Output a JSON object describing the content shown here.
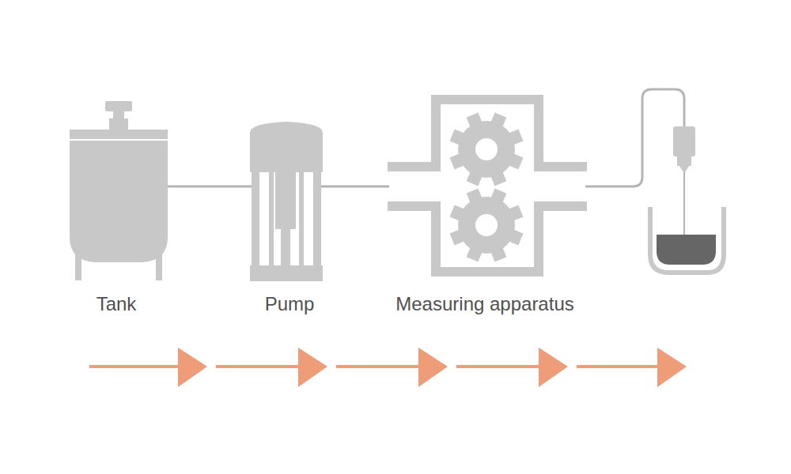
{
  "diagram": {
    "labels": [
      "Tank",
      "Pump",
      "Measuring apparatus"
    ]
  }
}
